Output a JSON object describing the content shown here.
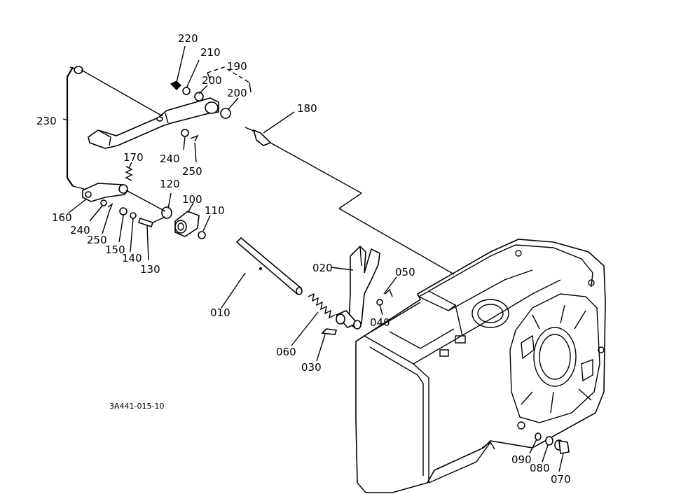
{
  "diagram_code": "3A441-015-10",
  "part_labels": {
    "p220": "220",
    "p210": "210",
    "p190": "190",
    "p200a": "200",
    "p200b": "200",
    "p180": "180",
    "p230": "230",
    "p240a": "240",
    "p250a": "250",
    "p170": "170",
    "p120": "120",
    "p100": "100",
    "p110": "110",
    "p160": "160",
    "p240b": "240",
    "p250b": "250",
    "p150": "150",
    "p140": "140",
    "p130": "130",
    "p010": "010",
    "p020": "020",
    "p050": "050",
    "p040": "040",
    "p060": "060",
    "p030": "030",
    "p090": "090",
    "p080": "080",
    "p070": "070"
  }
}
